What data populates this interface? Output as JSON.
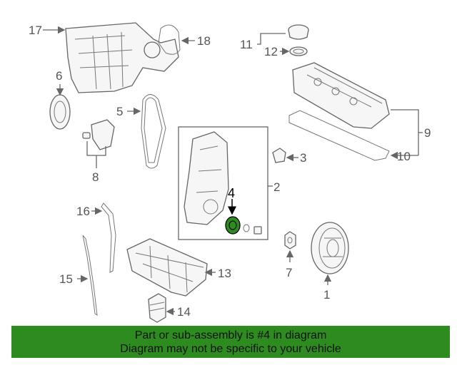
{
  "callouts": {
    "c1": "1",
    "c2": "2",
    "c3": "3",
    "c4": "4",
    "c5": "5",
    "c6": "6",
    "c7": "7",
    "c8": "8",
    "c9": "9",
    "c10": "10",
    "c11": "11",
    "c12": "12",
    "c13": "13",
    "c14": "14",
    "c15": "15",
    "c16": "16",
    "c17": "17",
    "c18": "18"
  },
  "highlight": {
    "part_number": "4",
    "color": "#2e8b1f"
  },
  "banner": {
    "line1": "Part or sub-assembly is #4 in diagram",
    "line2": "Diagram may not be specific to your vehicle",
    "background": "#2e8b1f"
  }
}
